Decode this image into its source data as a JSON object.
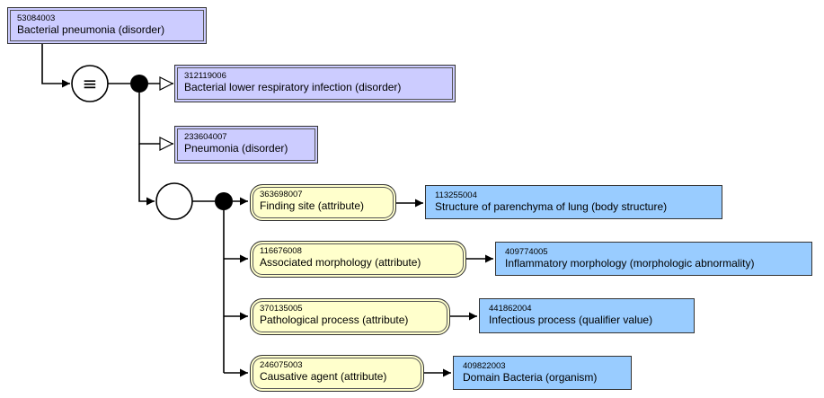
{
  "focus": {
    "id": "53084003",
    "term": "Bacterial pneumonia (disorder)"
  },
  "definition_symbol": "≡",
  "parents": [
    {
      "id": "312119006",
      "term": "Bacterial lower respiratory infection (disorder)"
    },
    {
      "id": "233604007",
      "term": "Pneumonia (disorder)"
    }
  ],
  "attributes": [
    {
      "attr_id": "363698007",
      "attr_term": "Finding site (attribute)",
      "value_id": "113255004",
      "value_term": "Structure of parenchyma of lung (body structure)"
    },
    {
      "attr_id": "116676008",
      "attr_term": "Associated morphology (attribute)",
      "value_id": "409774005",
      "value_term": "Inflammatory morphology (morphologic abnormality)"
    },
    {
      "attr_id": "370135005",
      "attr_term": "Pathological process (attribute)",
      "value_id": "441862004",
      "value_term": "Infectious process (qualifier value)"
    },
    {
      "attr_id": "246075003",
      "attr_term": "Causative agent (attribute)",
      "value_id": "409822003",
      "value_term": "Domain Bacteria (organism)"
    }
  ],
  "colors": {
    "concept_fill": "#ccccff",
    "attribute_fill": "#ffffcc",
    "value_fill": "#99ccff",
    "line": "#000000"
  }
}
